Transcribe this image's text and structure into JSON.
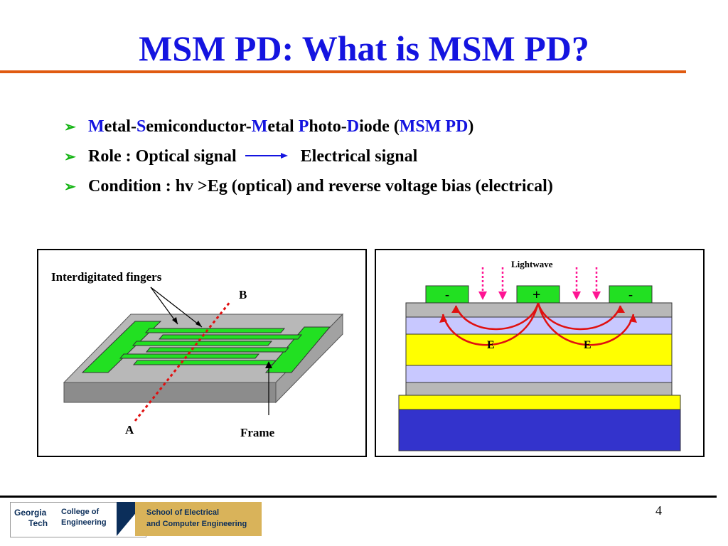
{
  "slide": {
    "title": "MSM PD: What is MSM PD?",
    "page_number": "4",
    "accent_title": "#1414e0",
    "accent_rule": "#e05a10"
  },
  "bullets": {
    "marker_icon": "right-arrowhead-icon",
    "b1": {
      "p1": "M",
      "p2": "etal-",
      "p3": "S",
      "p4": "emiconductor-",
      "p5": "M",
      "p6": "etal ",
      "p7": "P",
      "p8": "hoto-",
      "p9": "D",
      "p10": "iode (",
      "p11": "MSM PD",
      "p12": ")"
    },
    "b2": {
      "left": "Role : Optical signal",
      "right": "Electrical signal"
    },
    "b3": {
      "text": "Condition : hv >Eg (optical) and reverse voltage bias (electrical)"
    }
  },
  "left_diagram": {
    "label_fingers": "Interdigitated fingers",
    "label_b": "B",
    "label_a": "A",
    "label_frame": "Frame",
    "colors": {
      "finger": "#22e022",
      "frame_top": "#b8b8b8",
      "frame_side": "#8c8c8c",
      "dashed_line": "#e01010"
    }
  },
  "right_diagram": {
    "label_lightwave": "Lightwave",
    "electrode_left": "-",
    "electrode_center": "+",
    "electrode_right": "-",
    "field_left": "E",
    "field_right": "E",
    "colors": {
      "electrode": "#22e022",
      "field_arc": "#e01010",
      "light_arrow": "#ff1493",
      "absorber": "#ffff00",
      "barrier": "#c8c8ff",
      "cap": "#b8b8b8",
      "substrate": "#3333cc"
    }
  },
  "footer": {
    "logo_line1": "Georgia",
    "logo_line2": "Tech",
    "logo_college1": "College of",
    "logo_college2": "Engineering",
    "logo_school1": "School of Electrical",
    "logo_school2": "and Computer Engineering"
  }
}
